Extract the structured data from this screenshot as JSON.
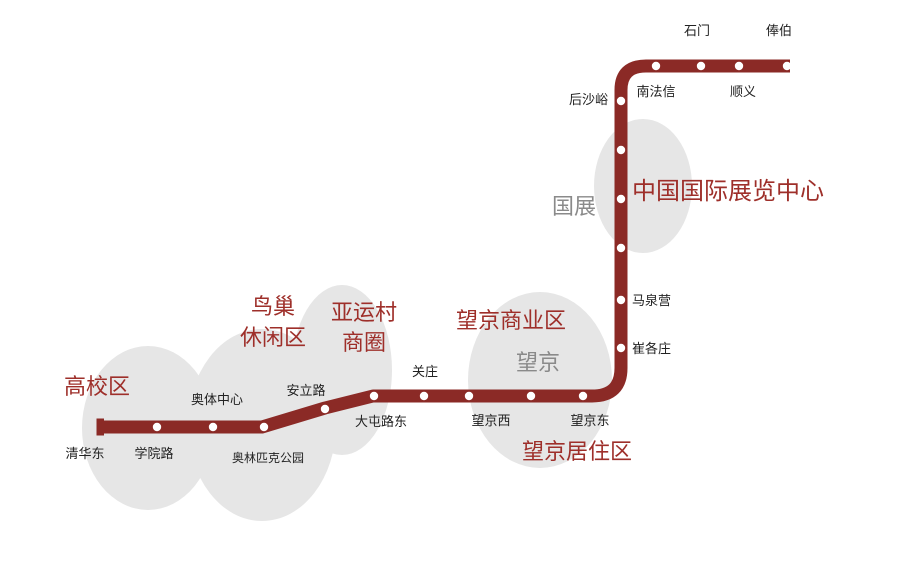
{
  "colors": {
    "line": "#8b2a26",
    "accent_text": "#9e2f2a",
    "grey_text": "#8a8a8a",
    "zone_fill": "#e6e6e6",
    "station_fill": "#ffffff"
  },
  "stations": {
    "qinghuadong": "清华东",
    "xueyuanlu": "学院路",
    "aotizhongxin": "奥体中心",
    "aolinpikegongyuan": "奥林匹克公园",
    "anlilu": "安立路",
    "datunludong": "大屯路东",
    "guanzhuang": "关庄",
    "wangjingxi": "望京西",
    "wangjingdong": "望京东",
    "cuigezhuang": "崔各庄",
    "maquanying": "马泉营",
    "houshayu": "后沙峪",
    "nanfaxin": "南法信",
    "shimen": "石门",
    "shunyi": "顺义",
    "fengbo": "俸伯"
  },
  "zones": {
    "gaoxiaoqu": "高校区",
    "niaochao_line1": "鸟巢",
    "niaochao_line2": "休闲区",
    "yayuncun_line1": "亚运村",
    "yayuncun_line2": "商圈",
    "wangjing_business": "望京商业区",
    "wangjing": "望京",
    "wangjing_residential": "望京居住区",
    "guozhan": "国展",
    "cniec": "中国国际展览中心"
  }
}
